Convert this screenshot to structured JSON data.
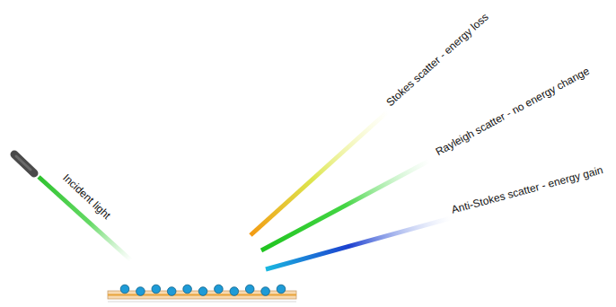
{
  "diagram": {
    "labels": [
      "Incident light",
      "Stokes scatter - energy loss",
      "Rayleigh scatter - no energy change",
      "Anti-Stokes scatter - energy gain"
    ]
  }
}
